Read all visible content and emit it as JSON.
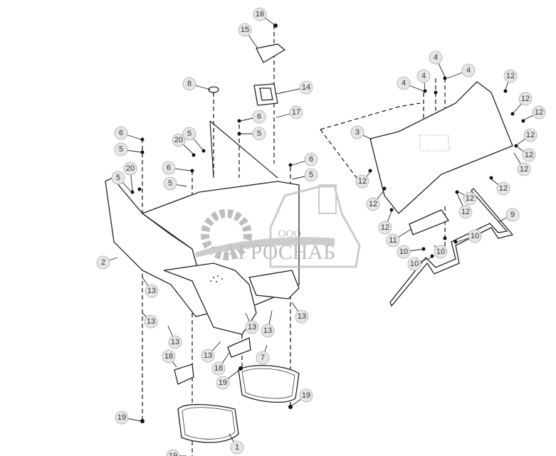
{
  "watermark": {
    "company_prefix": "ООО",
    "company_name": "АГРОСНАБ",
    "color": "#a9a9a9"
  },
  "callouts": {
    "left": [
      "16",
      "15",
      "14",
      "8",
      "17",
      "6",
      "5",
      "6",
      "5",
      "20",
      "5",
      "20",
      "6",
      "5",
      "5",
      "6",
      "5",
      "2",
      "13",
      "13",
      "13",
      "13",
      "13",
      "13",
      "13",
      "18",
      "18",
      "7",
      "19",
      "19",
      "19",
      "1",
      "19"
    ],
    "right": [
      "4",
      "4",
      "4",
      "4",
      "12",
      "12",
      "12",
      "12",
      "12",
      "12",
      "12",
      "12",
      "12",
      "12",
      "12",
      "12",
      "3",
      "9",
      "11",
      "10",
      "10",
      "10",
      "10"
    ]
  }
}
